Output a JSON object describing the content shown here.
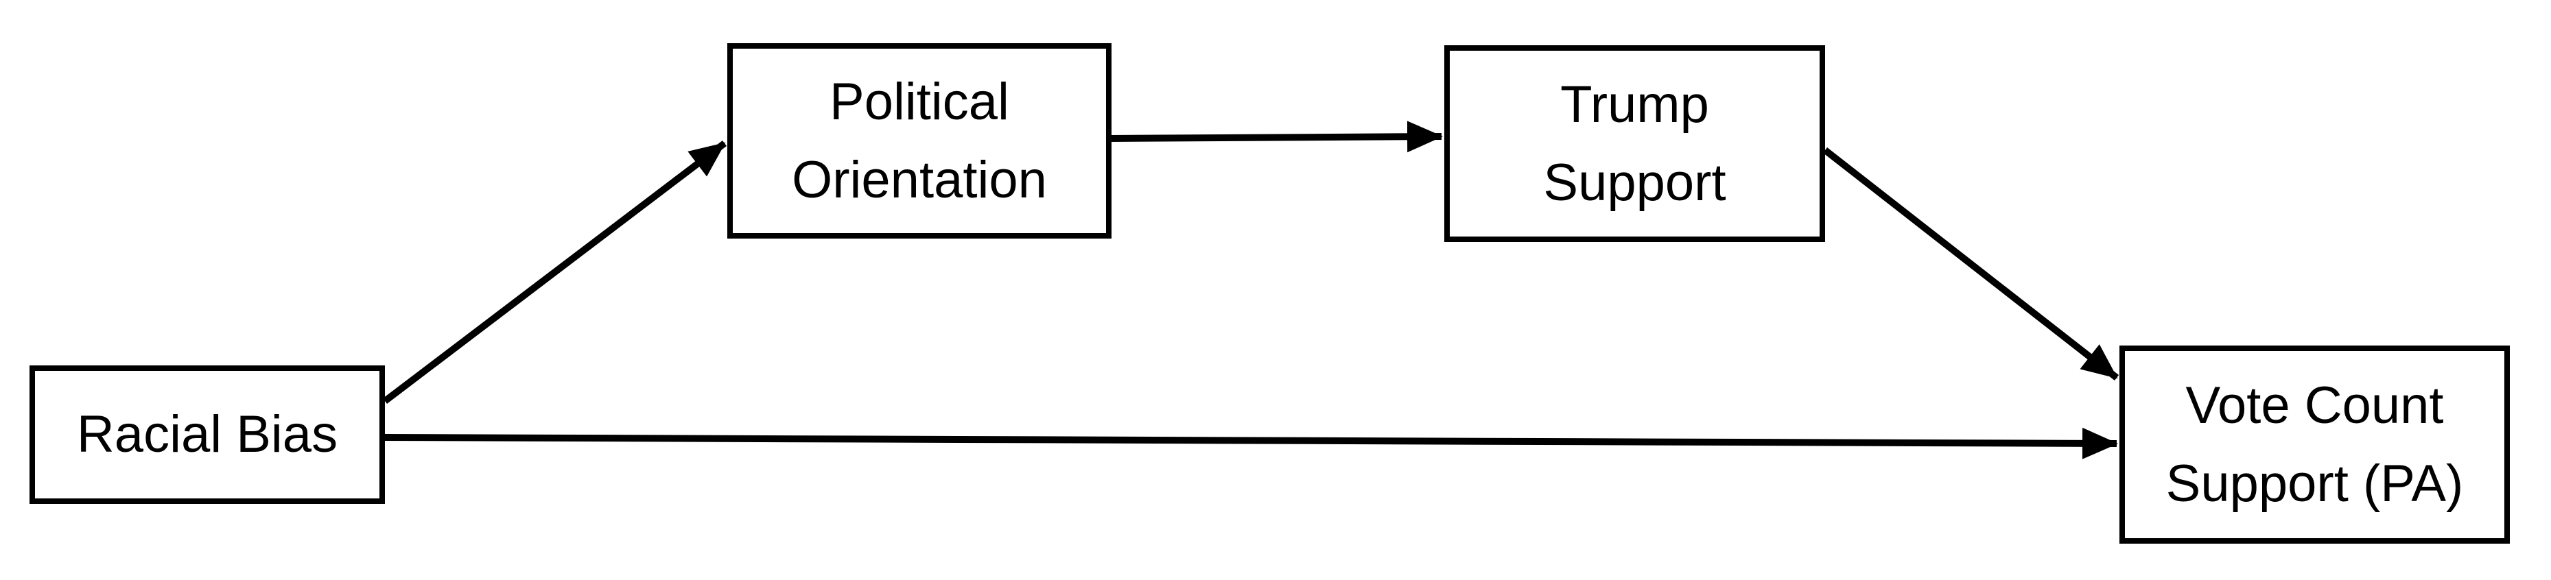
{
  "diagram": {
    "type": "path-model",
    "background_color": "#ffffff",
    "line_color": "#000000",
    "text_color": "#000000",
    "nodes": {
      "racial_bias": {
        "label": "Racial Bias",
        "lines": [
          "Racial Bias"
        ]
      },
      "political_orientation": {
        "label": "Political Orientation",
        "lines": [
          "Political",
          "Orientation"
        ]
      },
      "trump_support": {
        "label": "Trump Support",
        "lines": [
          "Trump",
          "Support"
        ]
      },
      "vote_count_support": {
        "label": "Vote Count Support (PA)",
        "lines": [
          "Vote Count",
          "Support (PA)"
        ]
      }
    },
    "edges": [
      {
        "from": "Racial Bias",
        "to": "Political Orientation",
        "style": "solid-arrow"
      },
      {
        "from": "Political Orientation",
        "to": "Trump Support",
        "style": "solid-arrow"
      },
      {
        "from": "Trump Support",
        "to": "Vote Count Support (PA)",
        "style": "solid-arrow"
      },
      {
        "from": "Racial Bias",
        "to": "Vote Count Support (PA)",
        "style": "solid-arrow"
      }
    ]
  }
}
